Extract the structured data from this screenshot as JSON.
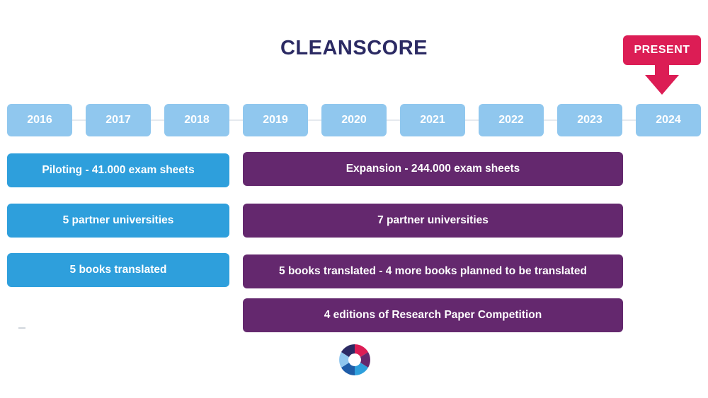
{
  "title": "CLEANSCORE",
  "present_label": "PRESENT",
  "years": [
    "2016",
    "2017",
    "2018",
    "2019",
    "2020",
    "2021",
    "2022",
    "2023",
    "2024"
  ],
  "phase1": {
    "piloting": "Piloting - 41.000 exam sheets",
    "universities": "5 partner universities",
    "books": "5 books translated"
  },
  "phase2": {
    "expansion": "Expansion - 244.000 exam sheets",
    "universities": "7 partner universities",
    "books": "5 books translated - 4 more books planned to be translated",
    "competition": "4 editions of Research Paper Competition"
  },
  "colors": {
    "title": "#2b2a63",
    "present": "#dc1d55",
    "year": "#90c7ee",
    "phase1": "#2e9fdc",
    "phase2": "#64286e"
  },
  "logo_icon": "cleanscore-logo-icon",
  "present_arrow_icon": "down-arrow-icon"
}
